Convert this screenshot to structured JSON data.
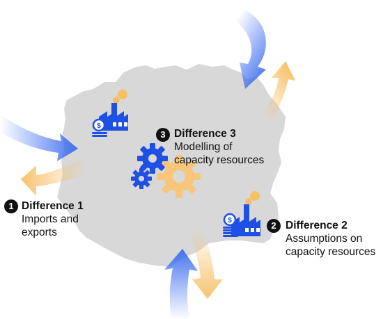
{
  "colors": {
    "map_fill": "#d8d8d8",
    "arrow_blue": "#3a6bf0",
    "arrow_orange": "#f6c067",
    "icon_blue": "#1f50e6",
    "gear_orange": "#f8c67a",
    "badge": "#111111"
  },
  "differences": [
    {
      "number": "1",
      "title": "Difference 1",
      "lines": [
        "Imports and",
        "exports"
      ]
    },
    {
      "number": "2",
      "title": "Difference 2",
      "lines": [
        "Assumptions on",
        "capacity resources"
      ]
    },
    {
      "number": "3",
      "title": "Difference 3",
      "lines": [
        "Modelling of",
        "capacity resources"
      ]
    }
  ],
  "icons": [
    "factory-icon",
    "coin-stack-icon",
    "gears-icon"
  ]
}
